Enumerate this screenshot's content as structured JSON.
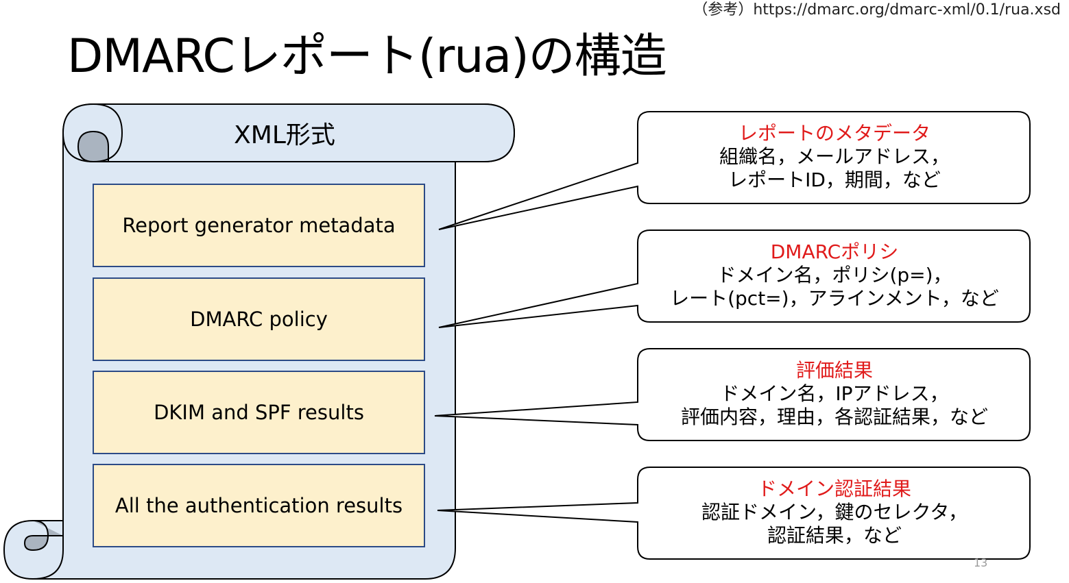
{
  "reference": "（参考）https://dmarc.org/dmarc-xml/0.1/rua.xsd",
  "title": "DMARCレポート(rua)の構造",
  "scroll": {
    "label": "XML形式",
    "sections": [
      {
        "label": "Report generator metadata"
      },
      {
        "label": "DMARC policy"
      },
      {
        "label": "DKIM and SPF results"
      },
      {
        "label": "All the authentication results"
      }
    ]
  },
  "callouts": [
    {
      "heading": "レポートのメタデータ",
      "line1": "組織名，メールアドレス，",
      "line2": "レポートID，期間，など"
    },
    {
      "heading": "DMARCポリシ",
      "line1": "ドメイン名，ポリシ(p=)，",
      "line2": "レート(pct=)，アラインメント，など"
    },
    {
      "heading": "評価結果",
      "line1": "ドメイン名，IPアドレス，",
      "line2": "評価内容，理由，各認証結果，など"
    },
    {
      "heading": "ドメイン認証結果",
      "line1": "認証ドメイン，鍵のセレクタ，",
      "line2": "認証結果，など"
    }
  ],
  "page_number": "13",
  "colors": {
    "scroll_fill": "#dde8f4",
    "scroll_curl": "#aab4c0",
    "section_fill": "#fdf0cc",
    "section_border": "#2b4a86",
    "callout_heading": "#e01a1a"
  }
}
